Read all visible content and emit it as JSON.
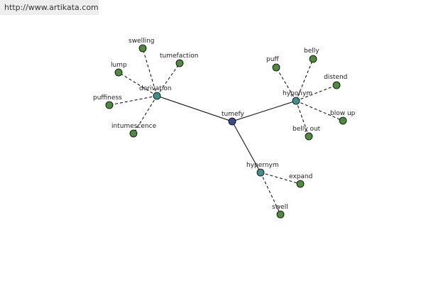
{
  "header": {
    "url": "http://www.artikata.com"
  },
  "colors": {
    "root": "#3b4a8f",
    "relation": "#3f8f8a",
    "leaf": "#4f8a3f",
    "edge": "#000000"
  },
  "graph": {
    "nodes": [
      {
        "id": "tumefy",
        "label": "tumefy",
        "kind": "root"
      },
      {
        "id": "derivation",
        "label": "derivation",
        "kind": "relation"
      },
      {
        "id": "hyponym",
        "label": "hyponym",
        "kind": "relation"
      },
      {
        "id": "hypernym",
        "label": "hypernym",
        "kind": "relation"
      },
      {
        "id": "swelling",
        "label": "swelling",
        "kind": "leaf"
      },
      {
        "id": "tumefaction",
        "label": "tumefaction",
        "kind": "leaf"
      },
      {
        "id": "lump",
        "label": "lump",
        "kind": "leaf"
      },
      {
        "id": "puffiness",
        "label": "puffiness",
        "kind": "leaf"
      },
      {
        "id": "intumescence",
        "label": "intumescence",
        "kind": "leaf"
      },
      {
        "id": "puff",
        "label": "puff",
        "kind": "leaf"
      },
      {
        "id": "belly",
        "label": "belly",
        "kind": "leaf"
      },
      {
        "id": "distend",
        "label": "distend",
        "kind": "leaf"
      },
      {
        "id": "blow-up",
        "label": "blow up",
        "kind": "leaf"
      },
      {
        "id": "belly-out",
        "label": "belly out",
        "kind": "leaf"
      },
      {
        "id": "expand",
        "label": "expand",
        "kind": "leaf"
      },
      {
        "id": "swell",
        "label": "swell",
        "kind": "leaf"
      }
    ],
    "edges": [
      {
        "from": "tumefy",
        "to": "derivation",
        "style": "solid"
      },
      {
        "from": "tumefy",
        "to": "hyponym",
        "style": "solid"
      },
      {
        "from": "tumefy",
        "to": "hypernym",
        "style": "solid"
      },
      {
        "from": "derivation",
        "to": "swelling",
        "style": "dashed"
      },
      {
        "from": "derivation",
        "to": "tumefaction",
        "style": "dashed"
      },
      {
        "from": "derivation",
        "to": "lump",
        "style": "dashed"
      },
      {
        "from": "derivation",
        "to": "puffiness",
        "style": "dashed"
      },
      {
        "from": "derivation",
        "to": "intumescence",
        "style": "dashed"
      },
      {
        "from": "hyponym",
        "to": "puff",
        "style": "dashed"
      },
      {
        "from": "hyponym",
        "to": "belly",
        "style": "dashed"
      },
      {
        "from": "hyponym",
        "to": "distend",
        "style": "dashed"
      },
      {
        "from": "hyponym",
        "to": "blow-up",
        "style": "dashed"
      },
      {
        "from": "hyponym",
        "to": "belly-out",
        "style": "dashed"
      },
      {
        "from": "hypernym",
        "to": "expand",
        "style": "dashed"
      },
      {
        "from": "hypernym",
        "to": "swell",
        "style": "dashed"
      }
    ]
  }
}
